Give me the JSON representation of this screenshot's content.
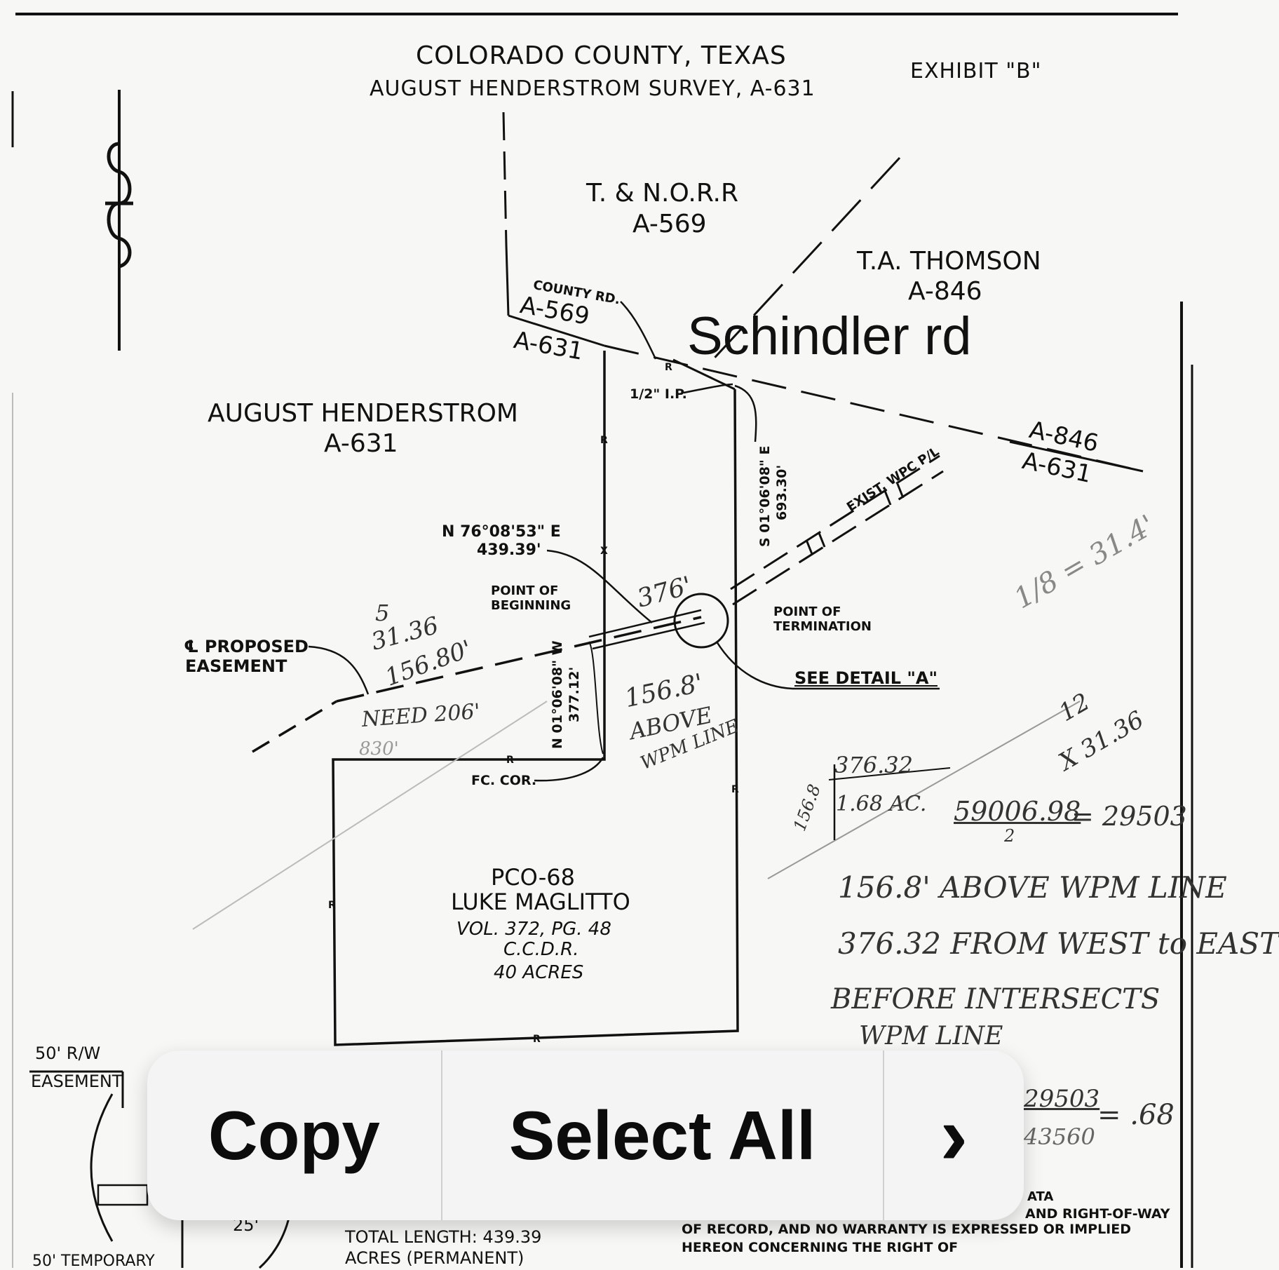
{
  "header": {
    "county": "COLORADO COUNTY, TEXAS",
    "survey": "AUGUST HENDERSTROM SURVEY, A-631",
    "exhibit": "EXHIBIT \"B\""
  },
  "areas": {
    "tnorr_name": "T. & N.O.R.R",
    "tnorr_abstract": "A-569",
    "thomson_name": "T.A. THOMSON",
    "thomson_abstract": "A-846",
    "henderstrom_name": "AUGUST HENDERSTROM",
    "henderstrom_abstract": "A-631"
  },
  "road": {
    "county_rd": "COUNTY RD.",
    "abs_569": "A-569",
    "abs_631_left": "A-631",
    "abs_846": "A-846",
    "abs_631_right": "A-631",
    "annotation": "Schindler rd"
  },
  "survey_labels": {
    "iron_pin": "1/2\" I.P.",
    "bearing_east_line": "S 01°06'08\" E",
    "distance_east_line": "693.30'",
    "existing_line": "EXIST. WPC P/L",
    "bearing_easement": "N 76°08'53\" E",
    "distance_easement": "439.39'",
    "point_of_beginning_1": "POINT OF",
    "point_of_beginning_2": "BEGINNING",
    "point_of_termination_1": "POINT OF",
    "point_of_termination_2": "TERMINATION",
    "proposed_1": "℄ PROPOSED",
    "proposed_2": "EASEMENT",
    "see_detail": "SEE DETAIL \"A\"",
    "bearing_west_line": "N 01°06'08\" W",
    "distance_west_line": "377.12'",
    "fence_corner": "FC. COR."
  },
  "tract": {
    "id": "PCO-68",
    "owner": "LUKE MAGLITTO",
    "volume": "VOL. 372, PG. 48",
    "record": "C.C.D.R.",
    "acres": "40 ACRES"
  },
  "handwritten": {
    "h_376": "376'",
    "h_5": "5",
    "h_3136": "31.36",
    "h_15680": "156.80'",
    "h_1568": "156.8'",
    "h_above": "ABOVE",
    "h_wpm": "WPM LINE",
    "h_need": "NEED 206'",
    "h_830": "830'",
    "h_ratio": "1/8 = 31.4'",
    "h_12": "12",
    "h_x3136": "X 31.36",
    "h_37632": "376.32",
    "h_1568_small": "156.8",
    "h_168": "1.68 AC.",
    "h_div_num": "59006.98",
    "h_div_den": "2",
    "h_div_result": "= 29503",
    "note_1": "156.8' ABOVE WPM LINE",
    "note_2": "376.32 FROM WEST to EAST",
    "note_3": "BEFORE INTERSECTS",
    "note_4": "WPM LINE",
    "frac_num": "29503",
    "frac_den": "43560",
    "frac_result": "= .68"
  },
  "footer": {
    "row_1": "50' R/W",
    "row_easement": "EASEMENT",
    "dim_25": "25'",
    "total_length": "TOTAL LENGTH: 439.39",
    "acres_partial": "ACRES (PERMANENT)",
    "temp": "50' TEMPORARY",
    "notes_1": "ATA",
    "notes_2": "AND RIGHT-OF-WAY",
    "notes_3": "OF RECORD, AND NO WARRANTY IS EXPRESSED OR IMPLIED",
    "notes_4": "HEREON CONCERNING THE RIGHT OF"
  },
  "edit_menu": {
    "copy": "Copy",
    "select_all": "Select All",
    "more": "›"
  }
}
